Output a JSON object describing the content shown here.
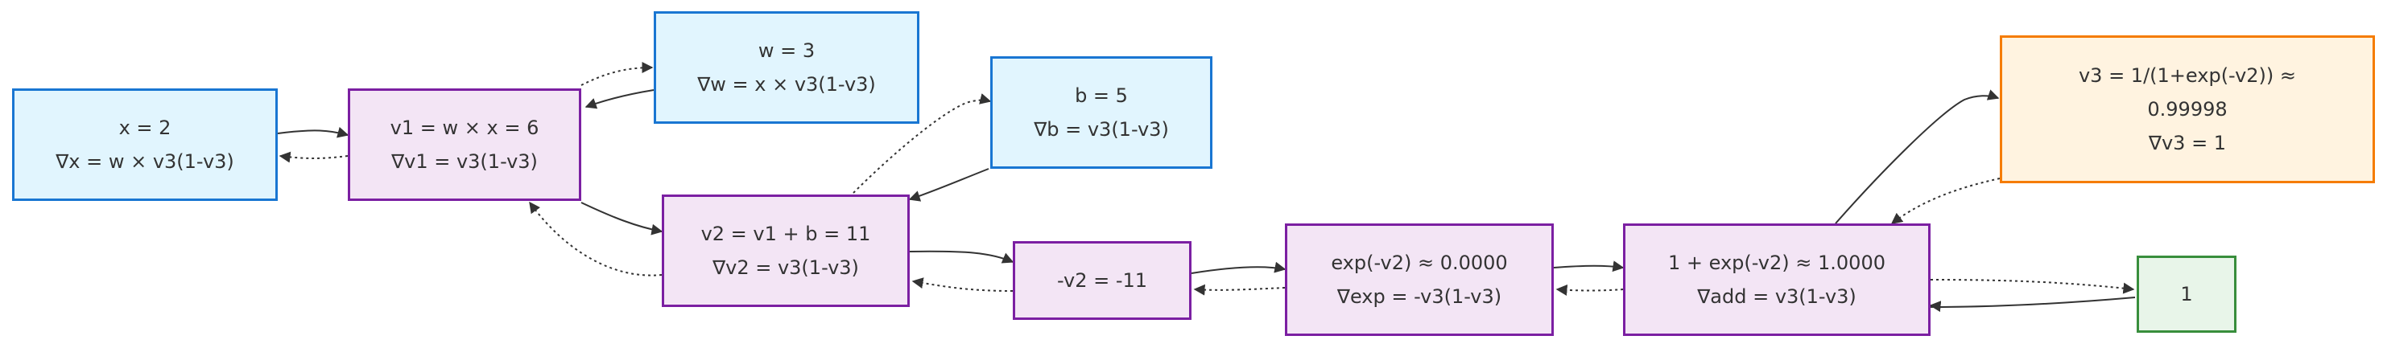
{
  "colors": {
    "leaf_fill": "#e1f5fe",
    "leaf_border": "#1976d2",
    "op_fill": "#f3e5f5",
    "op_border": "#7b1fa2",
    "output_fill": "#fff3e0",
    "output_border": "#f57c00",
    "seed_fill": "#e8f5e9",
    "seed_border": "#388e3c",
    "edge": "#333333"
  },
  "nodes": {
    "x": {
      "lines": [
        "x = 2",
        "∇x = w × v3(1-v3)"
      ]
    },
    "v1": {
      "lines": [
        "v1 = w × x = 6",
        "∇v1 = v3(1-v3)"
      ]
    },
    "w": {
      "lines": [
        "w = 3",
        "∇w = x × v3(1-v3)"
      ]
    },
    "b": {
      "lines": [
        "b = 5",
        "∇b = v3(1-v3)"
      ]
    },
    "v2": {
      "lines": [
        "v2 = v1 + b = 11",
        "∇v2 = v3(1-v3)"
      ]
    },
    "neg": {
      "lines": [
        "-v2 = -11"
      ]
    },
    "exp": {
      "lines": [
        "exp(-v2) ≈ 0.0000",
        "∇exp = -v3(1-v3)"
      ]
    },
    "add": {
      "lines": [
        "1 + exp(-v2) ≈ 1.0000",
        "∇add = v3(1-v3)"
      ]
    },
    "v3": {
      "lines": [
        "v3 = 1/(1+exp(-v2)) ≈",
        "0.99998",
        "∇v3 = 1"
      ]
    },
    "one": {
      "lines": [
        "1"
      ]
    }
  }
}
